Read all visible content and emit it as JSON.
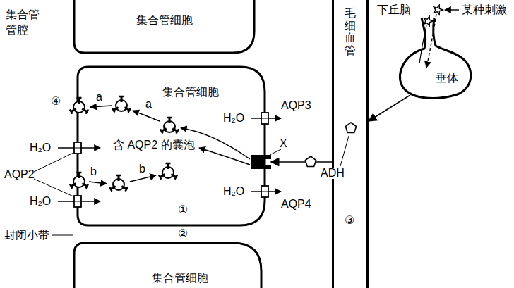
{
  "diagram": {
    "nodes": [
      {
        "text": [
          "集合管细胞"
        ]
      },
      {
        "text": [
          "集合管细胞"
        ]
      },
      {
        "text": [
          "集合管细胞"
        ]
      },
      {
        "text": [
          "毛细血管"
        ]
      },
      {
        "text": [
          "垂体"
        ]
      }
    ],
    "edges": [
      {
        "from": 4,
        "to": 3,
        "arrow": "to"
      },
      {
        "from": 3,
        "to": 1,
        "arrow": "to"
      }
    ],
    "labels": [
      "集合管 管腔",
      "④",
      "a",
      "a",
      "b",
      "b",
      "H₂O",
      "H₂O",
      "AQP2",
      "含 AQP2 的囊泡",
      "H₂O",
      "AQP3",
      "X",
      "H₂O",
      "AQP4",
      "①",
      "②",
      "封闭小带",
      "ADH",
      "③",
      "下丘脑",
      "某种刺激"
    ]
  }
}
